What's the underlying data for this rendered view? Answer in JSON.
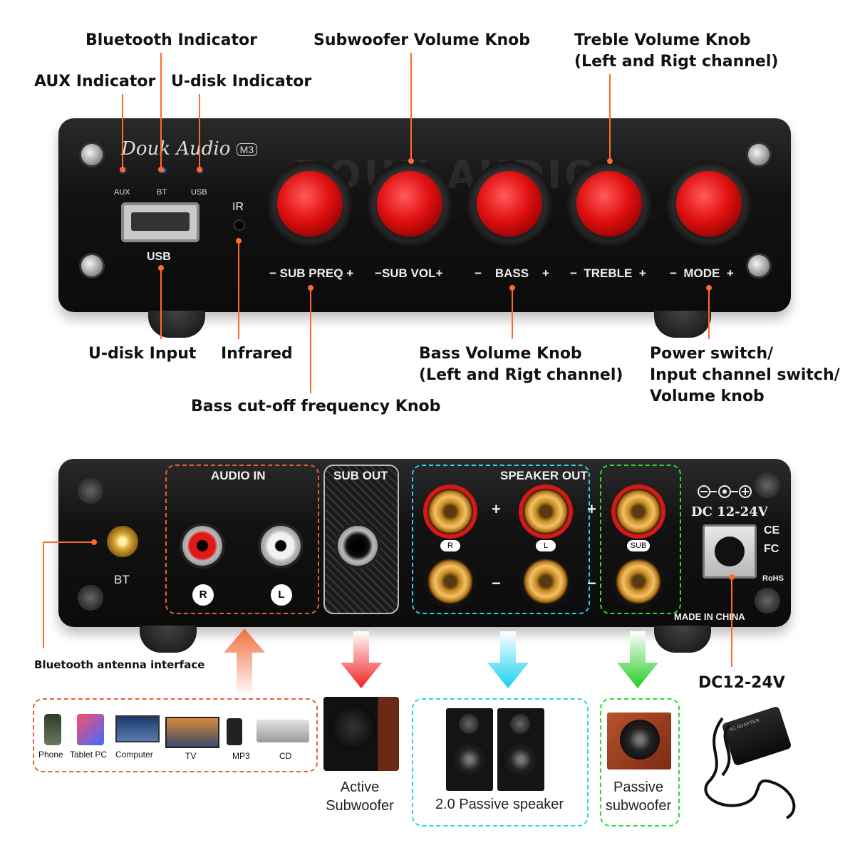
{
  "front_labels": {
    "bluetooth_indicator": "Bluetooth Indicator",
    "aux_indicator": "AUX Indicator",
    "udisk_indicator": "U-disk Indicator",
    "subwoofer_volume": "Subwoofer Volume Knob",
    "treble_line1": "Treble Volume Knob",
    "treble_line2": "(Left and Rigt channel)",
    "udisk_input": "U-disk Input",
    "infrared": "Infrared",
    "bass_line1": "Bass Volume Knob",
    "bass_line2": "(Left and Rigt channel)",
    "power_line1": "Power switch/",
    "power_line2": "Input channel switch/",
    "power_line3": "Volume knob",
    "bass_cutoff": "Bass cut-off frequency Knob"
  },
  "front_panel": {
    "brand": "Douk Audio",
    "model": "M3",
    "watermark": "DOUK AUDIO",
    "led_aux": "AUX",
    "led_bt": "BT",
    "led_usb": "USB",
    "usb_label": "USB",
    "ir_label": "IR",
    "knob_sub_preq": "SUB PREQ",
    "knob_sub_vol": "SUB VOL",
    "knob_bass": "BASS",
    "knob_treble": "TREBLE",
    "knob_mode": "MODE",
    "minus": "−",
    "plus": "+"
  },
  "rear_panel": {
    "audio_in": "AUDIO IN",
    "sub_out": "SUB OUT",
    "speaker_out": "SPEAKER OUT",
    "bt": "BT",
    "r": "R",
    "l": "L",
    "sub": "SUB",
    "plus": "+",
    "minus": "−",
    "dc": "DC 12-24V",
    "made_in": "MADE IN CHINA",
    "ce": "CE",
    "fc": "FC",
    "rohs": "RoHS",
    "bt_antenna": "Bluetooth antenna interface",
    "dc_label": "DC12-24V"
  },
  "devices": {
    "phone": "Phone",
    "tablet": "Tablet PC",
    "computer": "Computer",
    "tv": "TV",
    "mp3": "MP3",
    "cd": "CD"
  },
  "outputs": {
    "active_line1": "Active",
    "active_line2": "Subwoofer",
    "passive_speaker": "2.0 Passive speaker",
    "passive_sub_line1": "Passive",
    "passive_sub_line2": "subwoofer",
    "adapter_text": "AC ADAPTER"
  },
  "colors": {
    "callout": "#ff6a2b",
    "knob_red": "#e01010",
    "audio_in_box": "#e8603a",
    "speaker_box": "#2ad4e0",
    "sub_box": "#2edc2e",
    "arrow_red": "#f02020"
  }
}
